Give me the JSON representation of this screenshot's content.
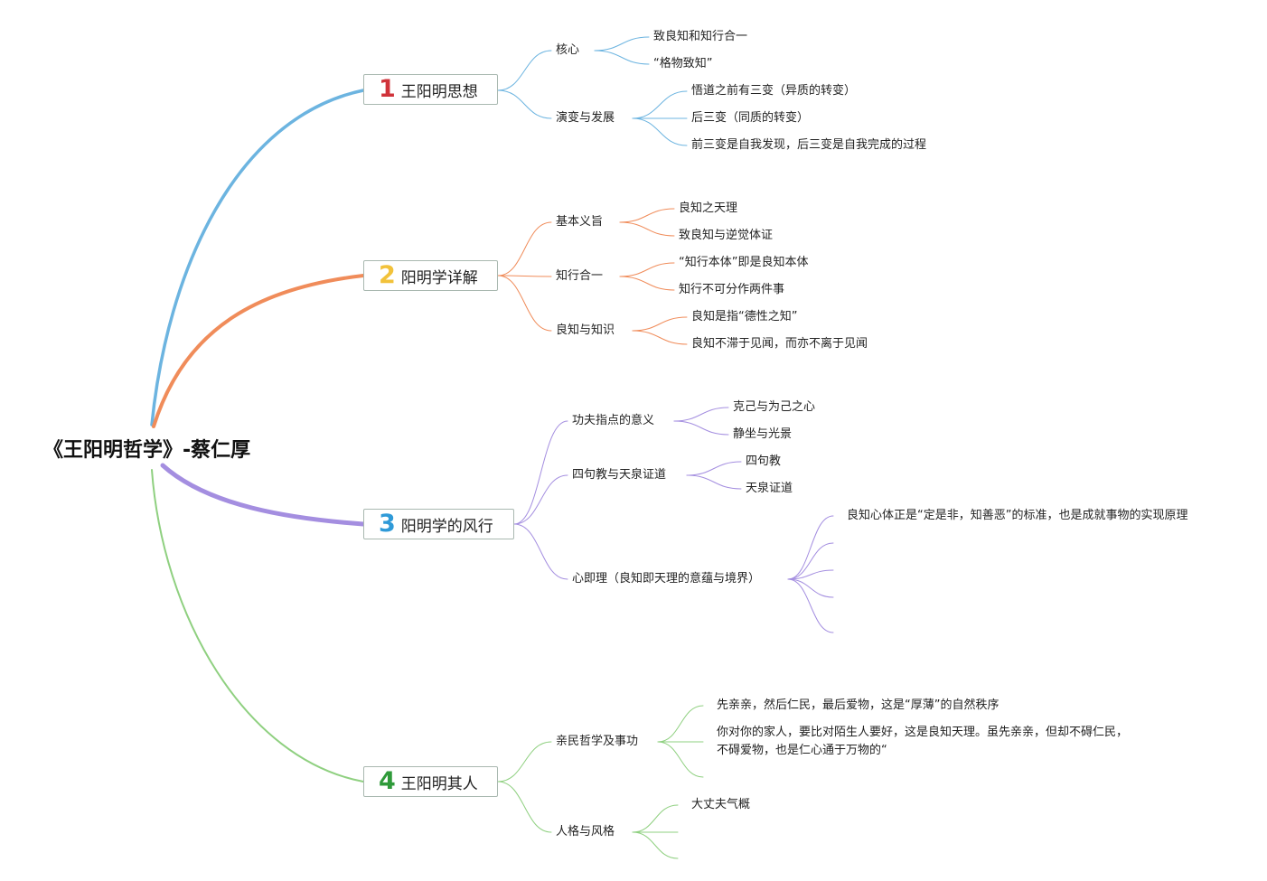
{
  "root": "《王阳明哲学》-蔡仁厚",
  "branches": [
    {
      "num": "1",
      "title": "王阳明思想",
      "color": "#6cb4e0",
      "numColor": "#d0333a",
      "children": [
        {
          "label": "核心",
          "items": [
            "致良知和知行合一",
            "“格物致知”"
          ]
        },
        {
          "label": "演变与发展",
          "items": [
            "悟道之前有三变（异质的转变）",
            "后三变（同质的转变）",
            "前三变是自我发现，后三变是自我完成的过程"
          ]
        }
      ]
    },
    {
      "num": "2",
      "title": "阳明学详解",
      "color": "#f08c5a",
      "numColor": "#f2c23a",
      "children": [
        {
          "label": "基本义旨",
          "items": [
            "良知之天理",
            "致良知与逆觉体证"
          ]
        },
        {
          "label": "知行合一",
          "items": [
            "“知行本体”即是良知本体",
            "知行不可分作两件事"
          ]
        },
        {
          "label": "良知与知识",
          "items": [
            "良知是指“德性之知”",
            "良知不滞于见闻，而亦不离于见闻"
          ]
        }
      ]
    },
    {
      "num": "3",
      "title": "阳明学的风行",
      "color": "#a48ee0",
      "numColor": "#2f9ad8",
      "children": [
        {
          "label": "功夫指点的意义",
          "items": [
            "克己与为己之心",
            "静坐与光景"
          ]
        },
        {
          "label": "四句教与天泉证道",
          "items": [
            "四句教",
            "天泉证道"
          ]
        },
        {
          "label": "心即理（良知即天理的意蕴与境界）",
          "items": [
            "良知心体正是“定是非，知善恶”的标准，也是成就事物的实现原理",
            "",
            "",
            "",
            ""
          ]
        }
      ]
    },
    {
      "num": "4",
      "title": "王阳明其人",
      "color": "#8fd080",
      "numColor": "#2f9a3a",
      "children": [
        {
          "label": "亲民哲学及事功",
          "items": [
            "先亲亲，然后仁民，最后爱物，这是“厚薄”的自然秩序",
            "你对你的家人，要比对陌生人要好，这是良知天理。虽先亲亲，但却不碍仁民，\n不碍爱物，也是仁心通于万物的“",
            ""
          ]
        },
        {
          "label": "人格与风格",
          "items": [
            "大丈夫气概",
            "",
            ""
          ]
        }
      ]
    }
  ]
}
